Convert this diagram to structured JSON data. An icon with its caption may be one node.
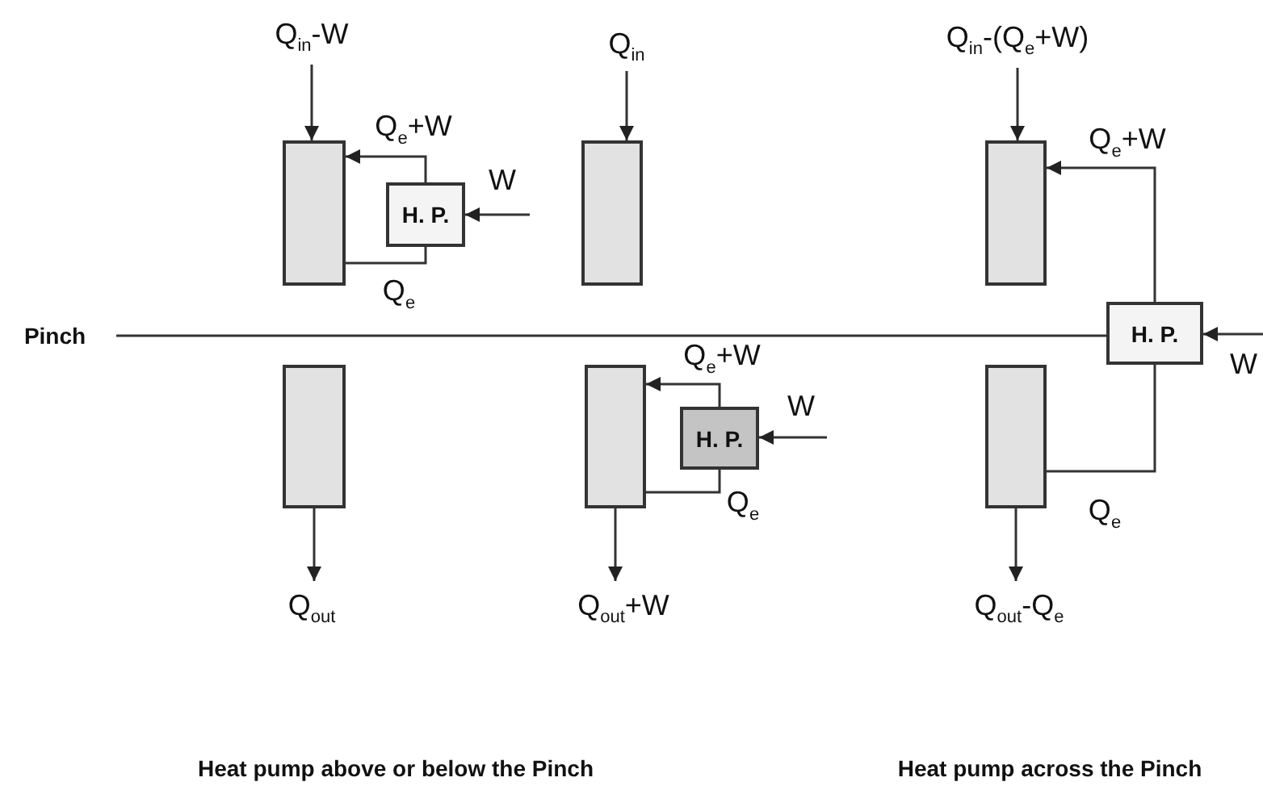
{
  "diagram": {
    "nodes": [
      {
        "text": [
          "Q$_{in}$-W"
        ]
      },
      {
        "text": [],
        "shape": "box"
      },
      {
        "text": [
          "H. P."
        ]
      },
      {
        "text": [
          "Q$_{in}$"
        ]
      },
      {
        "text": [],
        "shape": "box"
      },
      {
        "text": [
          "Q$_{in}$-(Q$_{e}$+W)"
        ]
      },
      {
        "text": [],
        "shape": "box"
      },
      {
        "text": [
          "H. P."
        ]
      },
      {
        "text": [],
        "shape": "box"
      },
      {
        "text": [],
        "shape": "box"
      },
      {
        "text": [
          "H. P."
        ]
      },
      {
        "text": [],
        "shape": "box"
      },
      {
        "text": [
          "Q$_{out}$"
        ]
      },
      {
        "text": [
          "Q$_{out}$+W"
        ]
      },
      {
        "text": [
          "Q$_{out}$-Q$_{e}$"
        ]
      }
    ],
    "edges": [
      {
        "from": 0,
        "to": 1,
        "arrow": "to"
      },
      {
        "from": 2,
        "to": 1,
        "arrow": "to",
        "label": "Q$_{e}$+W"
      },
      {
        "from": 1,
        "to": 2,
        "arrow": "none",
        "label": "Q$_{e}$"
      },
      {
        "from": null,
        "to": 2,
        "arrow": "to",
        "label": "W"
      },
      {
        "from": 3,
        "to": 4,
        "arrow": "to"
      },
      {
        "from": 5,
        "to": 6,
        "arrow": "to"
      },
      {
        "from": 7,
        "to": 6,
        "arrow": "to",
        "label": "Q$_{e}$+W"
      },
      {
        "from": 11,
        "to": 7,
        "arrow": "none",
        "label": "Q$_{e}$"
      },
      {
        "from": null,
        "to": 7,
        "arrow": "to",
        "label": "W"
      },
      {
        "from": 8,
        "to": 12,
        "arrow": "to"
      },
      {
        "from": 10,
        "to": 9,
        "arrow": "to",
        "label": "Q$_{e}$+W"
      },
      {
        "from": 9,
        "to": 10,
        "arrow": "none",
        "label": "Q$_{e}$"
      },
      {
        "from": null,
        "to": 10,
        "arrow": "to",
        "label": "W"
      },
      {
        "from": 9,
        "to": 13,
        "arrow": "to"
      },
      {
        "from": 11,
        "to": 14,
        "arrow": "to"
      }
    ],
    "labels": [
      "Pinch",
      "Heat pump above or below the Pinch",
      "Heat pump across the Pinch"
    ]
  }
}
